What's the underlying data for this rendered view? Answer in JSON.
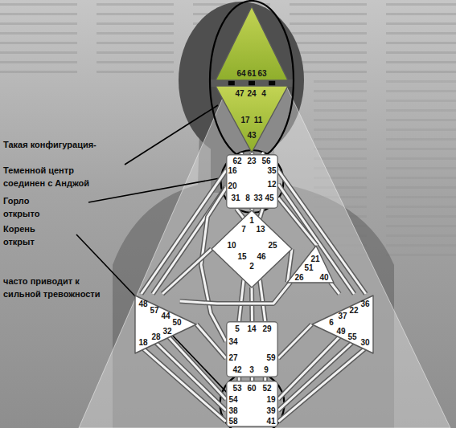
{
  "diagram": {
    "nodes": [
      {
        "text": [
          "64",
          "61",
          "63"
        ]
      },
      {
        "text": [
          "47",
          "24",
          "4",
          "17",
          "11",
          "43"
        ]
      },
      {
        "text": [
          "62",
          "23",
          "56",
          "16",
          "35",
          "20",
          "12",
          "31",
          "8",
          "33",
          "45"
        ]
      },
      {
        "text": [
          "1",
          "7",
          "13",
          "10",
          "25",
          "15",
          "46",
          "2"
        ]
      },
      {
        "text": [
          "21",
          "51",
          "26",
          "40"
        ]
      },
      {
        "text": [
          "48",
          "57",
          "44",
          "50",
          "32",
          "28",
          "18"
        ]
      },
      {
        "text": [
          "36",
          "22",
          "37",
          "6",
          "49",
          "55",
          "30"
        ]
      },
      {
        "text": [
          "5",
          "14",
          "29",
          "34",
          "27",
          "59",
          "42",
          "3",
          "9"
        ]
      },
      {
        "text": [
          "53",
          "60",
          "52",
          "54",
          "19",
          "38",
          "39",
          "58",
          "41"
        ]
      }
    ],
    "edges": [
      {
        "from": 0,
        "to": 1,
        "arrow": "none"
      },
      {
        "from": 0,
        "to": 1,
        "arrow": "none"
      },
      {
        "from": 0,
        "to": 1,
        "arrow": "none"
      },
      {
        "from": 1,
        "to": 2,
        "arrow": "none"
      },
      {
        "from": 1,
        "to": 2,
        "arrow": "none"
      },
      {
        "from": 1,
        "to": 2,
        "arrow": "none"
      },
      {
        "from": 2,
        "to": 3,
        "arrow": "none"
      },
      {
        "from": 2,
        "to": 3,
        "arrow": "none"
      },
      {
        "from": 2,
        "to": 3,
        "arrow": "none"
      },
      {
        "from": 2,
        "to": 5,
        "arrow": "none"
      },
      {
        "from": 2,
        "to": 5,
        "arrow": "none"
      },
      {
        "from": 2,
        "to": 7,
        "arrow": "none"
      },
      {
        "from": 2,
        "to": 6,
        "arrow": "none"
      },
      {
        "from": 2,
        "to": 6,
        "arrow": "none"
      },
      {
        "from": 2,
        "to": 4,
        "arrow": "none"
      },
      {
        "from": 3,
        "to": 4,
        "arrow": "none"
      },
      {
        "from": 3,
        "to": 7,
        "arrow": "none"
      },
      {
        "from": 3,
        "to": 7,
        "arrow": "none"
      },
      {
        "from": 3,
        "to": 7,
        "arrow": "none"
      },
      {
        "from": 3,
        "to": 5,
        "arrow": "none"
      },
      {
        "from": 4,
        "to": 5,
        "arrow": "none"
      },
      {
        "from": 4,
        "to": 6,
        "arrow": "none"
      },
      {
        "from": 5,
        "to": 7,
        "arrow": "none"
      },
      {
        "from": 7,
        "to": 6,
        "arrow": "none"
      },
      {
        "from": 7,
        "to": 8,
        "arrow": "none"
      },
      {
        "from": 7,
        "to": 8,
        "arrow": "none"
      },
      {
        "from": 7,
        "to": 8,
        "arrow": "none"
      },
      {
        "from": 5,
        "to": 8,
        "arrow": "none"
      },
      {
        "from": 5,
        "to": 8,
        "arrow": "none"
      },
      {
        "from": 5,
        "to": 8,
        "arrow": "none"
      },
      {
        "from": 8,
        "to": 6,
        "arrow": "none"
      },
      {
        "from": 8,
        "to": 6,
        "arrow": "none"
      },
      {
        "from": 8,
        "to": 6,
        "arrow": "none"
      }
    ],
    "labels": [
      "Такая конфигурация-",
      "Теменной центр соединен с Анджой",
      "Горло открыто",
      "Корень открыт",
      "часто приводит к сильной тревожности"
    ]
  }
}
